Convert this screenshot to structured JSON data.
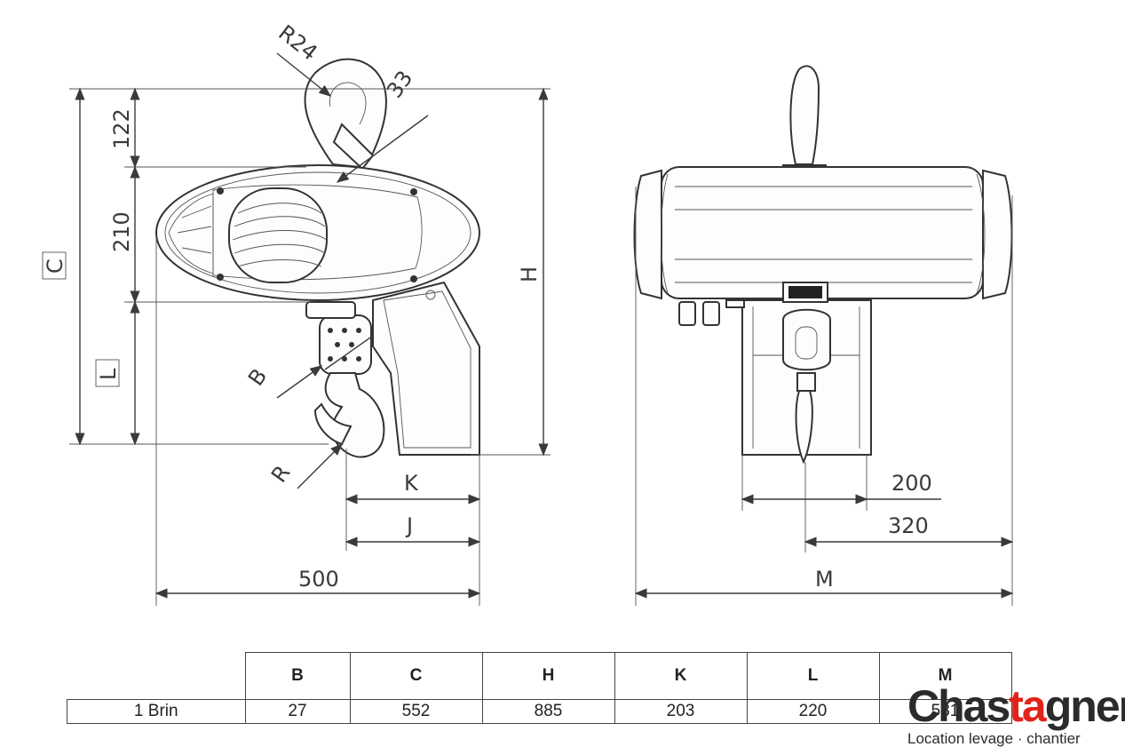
{
  "diagram": {
    "side_view_labels": {
      "r24": "R24",
      "d33": "33",
      "d122": "122",
      "d210": "210",
      "c": "C",
      "l": "L",
      "h": "H",
      "b": "B",
      "r": "R",
      "k": "K",
      "j": "J",
      "w500": "500"
    },
    "front_view_labels": {
      "w200": "200",
      "w320": "320",
      "m": "M"
    }
  },
  "table": {
    "headers": [
      "B",
      "C",
      "H",
      "K",
      "L",
      "M"
    ],
    "rows": [
      {
        "label": "1 Brin",
        "values": [
          "27",
          "552",
          "885",
          "203",
          "220",
          "581"
        ]
      }
    ]
  },
  "logo": {
    "name_before": "Chas",
    "name_accent": "ta",
    "name_after": "gner",
    "tagline": "Location levage · chantier"
  },
  "colors": {
    "line": "#3a3a3a",
    "logo_accent": "#e2231a",
    "logo_text": "#2b2b2b"
  }
}
